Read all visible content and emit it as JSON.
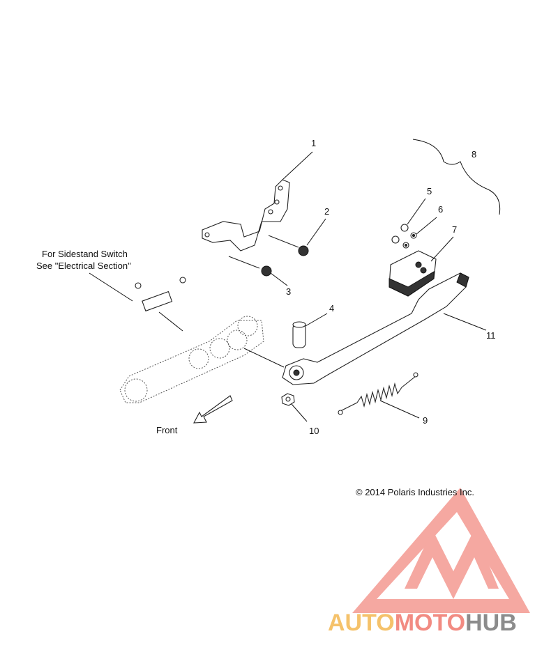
{
  "callouts": [
    "1",
    "2",
    "3",
    "4",
    "5",
    "6",
    "7",
    "8",
    "9",
    "10",
    "11"
  ],
  "notes": {
    "switch_line1": "For Sidestand Switch",
    "switch_line2": "See \"Electrical Section\"",
    "front": "Front",
    "copyright": "© 2014 Polaris Industries Inc."
  },
  "watermark": {
    "part1": "AUTO",
    "part2": "MOTO",
    "part3": "HUB",
    "colors": {
      "auto": "#f5c26b",
      "moto": "#f28b82",
      "hub": "#8c8c8c",
      "triangle": "#f28b82"
    }
  }
}
